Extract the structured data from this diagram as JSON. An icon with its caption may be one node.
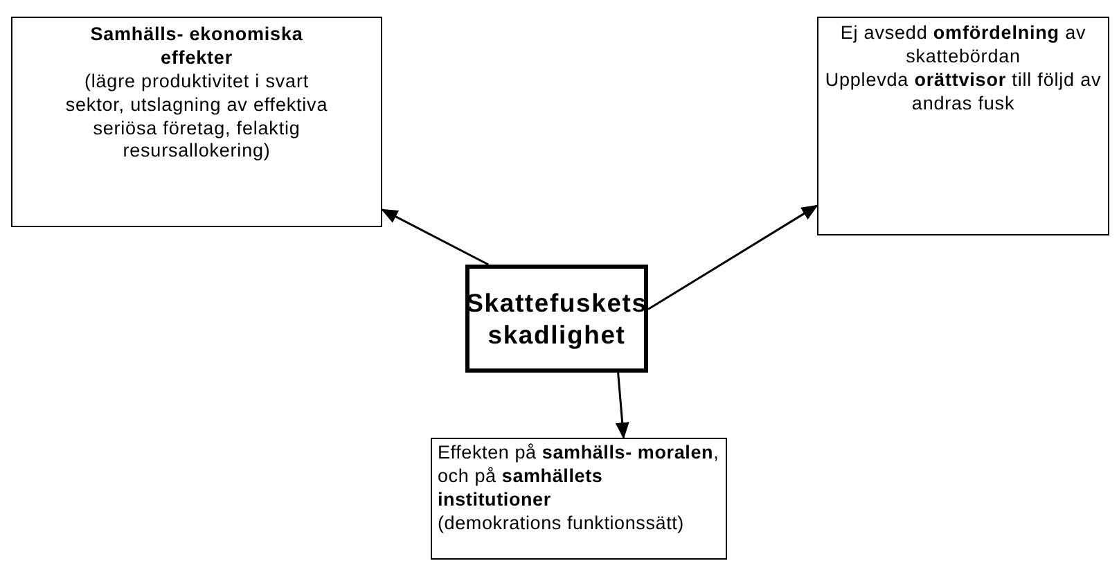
{
  "diagram": {
    "nodes": [
      {
        "text": [
          "Samhälls- ekonomiska effekter",
          "(lägre produktivitet i svart sektor, utslagning av effektiva seriösa företag, felaktig resursallokering)"
        ]
      },
      {
        "text": [
          "Ej avsedd **omfördelning** av skattebördan",
          "Upplevda **orättvisor** till följd av andras fusk"
        ]
      },
      {
        "text": [
          "Skattefuskets skadlighet"
        ]
      },
      {
        "text": [
          "Effekten på **samhälls- moralen**, och på **samhällets institutioner**",
          "(demokrations funktionssätt)"
        ]
      }
    ],
    "edges": [
      {
        "from": 2,
        "to": 0,
        "arrow": "to"
      },
      {
        "from": 2,
        "to": 1,
        "arrow": "to"
      },
      {
        "from": 2,
        "to": 3,
        "arrow": "to"
      }
    ]
  }
}
